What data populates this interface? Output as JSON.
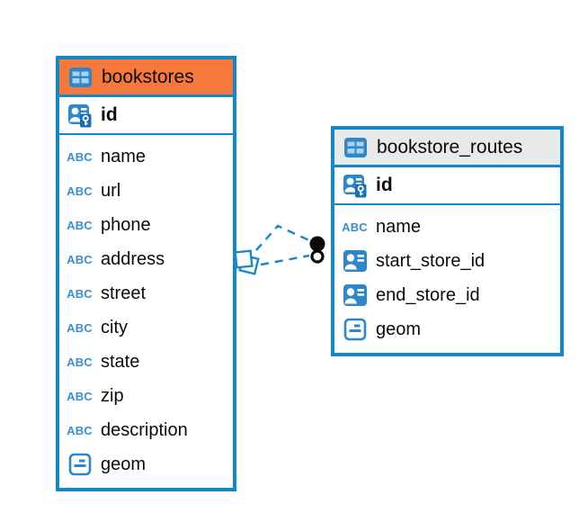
{
  "diagram": {
    "type": "entity-relationship",
    "abc_label": "ABC",
    "colors": {
      "accent_blue": "#1287c9",
      "icon_blue": "#2e87c8",
      "bookstores_header": "#f6793b",
      "bookstore_routes_header": "#e9e9e9"
    },
    "tables": [
      {
        "name": "bookstores",
        "columns": [
          {
            "name": "id",
            "type_icon": "primary-key-icon"
          },
          {
            "name": "name",
            "type_icon": "text-abc-icon"
          },
          {
            "name": "url",
            "type_icon": "text-abc-icon"
          },
          {
            "name": "phone",
            "type_icon": "text-abc-icon"
          },
          {
            "name": "address",
            "type_icon": "text-abc-icon"
          },
          {
            "name": "street",
            "type_icon": "text-abc-icon"
          },
          {
            "name": "city",
            "type_icon": "text-abc-icon"
          },
          {
            "name": "state",
            "type_icon": "text-abc-icon"
          },
          {
            "name": "zip",
            "type_icon": "text-abc-icon"
          },
          {
            "name": "description",
            "type_icon": "text-abc-icon"
          },
          {
            "name": "geom",
            "type_icon": "geometry-icon"
          }
        ]
      },
      {
        "name": "bookstore_routes",
        "columns": [
          {
            "name": "id",
            "type_icon": "primary-key-icon"
          },
          {
            "name": "name",
            "type_icon": "text-abc-icon"
          },
          {
            "name": "start_store_id",
            "type_icon": "reference-icon"
          },
          {
            "name": "end_store_id",
            "type_icon": "reference-icon"
          },
          {
            "name": "geom",
            "type_icon": "geometry-icon"
          }
        ]
      }
    ],
    "relation": {
      "from_table": "bookstores",
      "to_table": "bookstore_routes",
      "line_style": "dashed"
    }
  }
}
